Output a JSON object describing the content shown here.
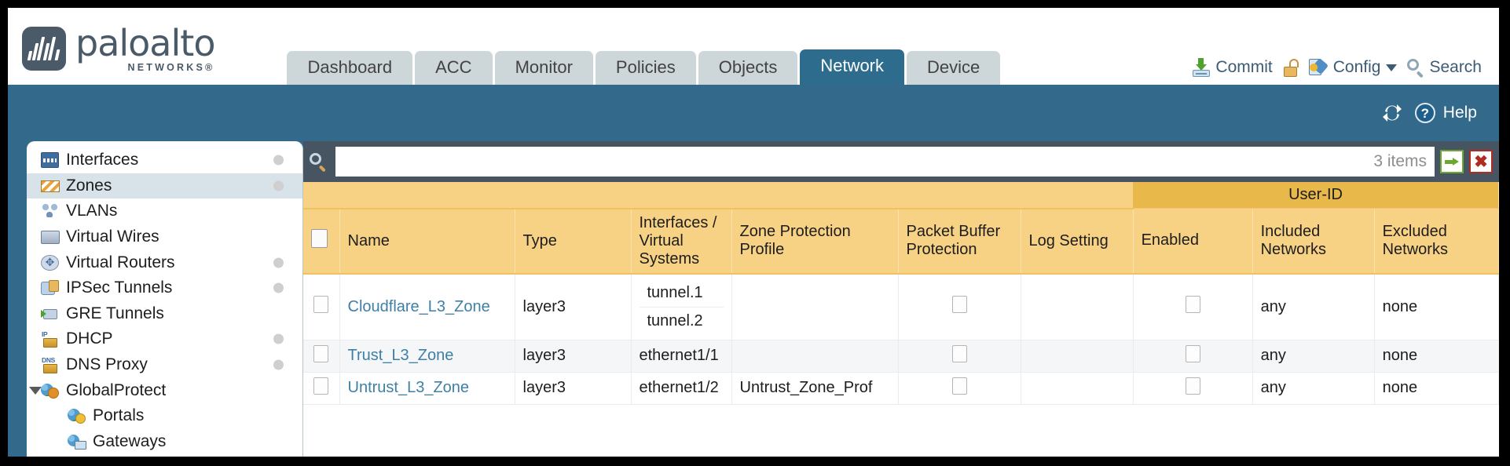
{
  "brand": {
    "name": "paloalto",
    "tagline": "NETWORKS®",
    "logo_icon": "paloalto-logo-icon"
  },
  "tabs": [
    {
      "label": "Dashboard",
      "active": false
    },
    {
      "label": "ACC",
      "active": false
    },
    {
      "label": "Monitor",
      "active": false
    },
    {
      "label": "Policies",
      "active": false
    },
    {
      "label": "Objects",
      "active": false
    },
    {
      "label": "Network",
      "active": true
    },
    {
      "label": "Device",
      "active": false
    }
  ],
  "top_actions": {
    "commit": "Commit",
    "commit_icon": "commit-icon",
    "lock_icon": "unlock-padlock-icon",
    "config": "Config",
    "config_icon": "config-key-icon",
    "config_caret": "chevron-down-icon",
    "search": "Search",
    "search_icon": "search-magnifier-icon"
  },
  "band_actions": {
    "refresh_icon": "refresh-icon",
    "help": "Help",
    "help_icon": "help-question-icon"
  },
  "sidebar": {
    "items": [
      {
        "label": "Interfaces",
        "icon": "interfaces-icon",
        "dot": true,
        "selected": false,
        "child": false,
        "expander": false
      },
      {
        "label": "Zones",
        "icon": "zones-icon",
        "dot": true,
        "selected": true,
        "child": false,
        "expander": false
      },
      {
        "label": "VLANs",
        "icon": "vlans-icon",
        "dot": false,
        "selected": false,
        "child": false,
        "expander": false
      },
      {
        "label": "Virtual Wires",
        "icon": "virtual-wires-icon",
        "dot": false,
        "selected": false,
        "child": false,
        "expander": false
      },
      {
        "label": "Virtual Routers",
        "icon": "virtual-routers-icon",
        "dot": true,
        "selected": false,
        "child": false,
        "expander": false
      },
      {
        "label": "IPSec Tunnels",
        "icon": "ipsec-tunnels-icon",
        "dot": true,
        "selected": false,
        "child": false,
        "expander": false
      },
      {
        "label": "GRE Tunnels",
        "icon": "gre-tunnels-icon",
        "dot": false,
        "selected": false,
        "child": false,
        "expander": false
      },
      {
        "label": "DHCP",
        "icon": "dhcp-icon",
        "dot": true,
        "selected": false,
        "child": false,
        "expander": false
      },
      {
        "label": "DNS Proxy",
        "icon": "dns-proxy-icon",
        "dot": true,
        "selected": false,
        "child": false,
        "expander": false
      },
      {
        "label": "GlobalProtect",
        "icon": "globalprotect-icon",
        "dot": false,
        "selected": false,
        "child": false,
        "expander": true
      },
      {
        "label": "Portals",
        "icon": "portals-icon",
        "dot": false,
        "selected": false,
        "child": true,
        "expander": false
      },
      {
        "label": "Gateways",
        "icon": "gateways-icon",
        "dot": false,
        "selected": false,
        "child": true,
        "expander": false
      }
    ]
  },
  "search": {
    "value": "",
    "placeholder": "",
    "items_count": "3 items",
    "go_icon": "green-arrow-icon",
    "clear_icon": "red-x-icon",
    "magnifier_icon": "search-magnifier-icon"
  },
  "table": {
    "group_header": "User-ID",
    "columns": [
      "Name",
      "Type",
      "Interfaces / Virtual Systems",
      "Zone Protection Profile",
      "Packet Buffer Protection",
      "Log Setting",
      "Enabled",
      "Included Networks",
      "Excluded Networks"
    ],
    "rows": [
      {
        "name": "Cloudflare_L3_Zone",
        "type": "layer3",
        "interfaces": [
          "tunnel.1",
          "tunnel.2"
        ],
        "zone_protection_profile": "",
        "packet_buffer_protection": false,
        "log_setting": "",
        "userid_enabled": false,
        "included_networks": "any",
        "excluded_networks": "none"
      },
      {
        "name": "Trust_L3_Zone",
        "type": "layer3",
        "interfaces": [
          "ethernet1/1"
        ],
        "zone_protection_profile": "",
        "packet_buffer_protection": false,
        "log_setting": "",
        "userid_enabled": false,
        "included_networks": "any",
        "excluded_networks": "none"
      },
      {
        "name": "Untrust_L3_Zone",
        "type": "layer3",
        "interfaces": [
          "ethernet1/2"
        ],
        "zone_protection_profile": "Untrust_Zone_Prof",
        "packet_buffer_protection": false,
        "log_setting": "",
        "userid_enabled": false,
        "included_networks": "any",
        "excluded_networks": "none"
      }
    ]
  },
  "colors": {
    "band_blue": "#336a8b",
    "tab_active": "#2e6c8e",
    "tab_inactive": "#cdd6d9",
    "table_header": "#f7d284",
    "table_group_header": "#e8b84b",
    "search_strip": "#465561",
    "link": "#3f7fa6"
  }
}
